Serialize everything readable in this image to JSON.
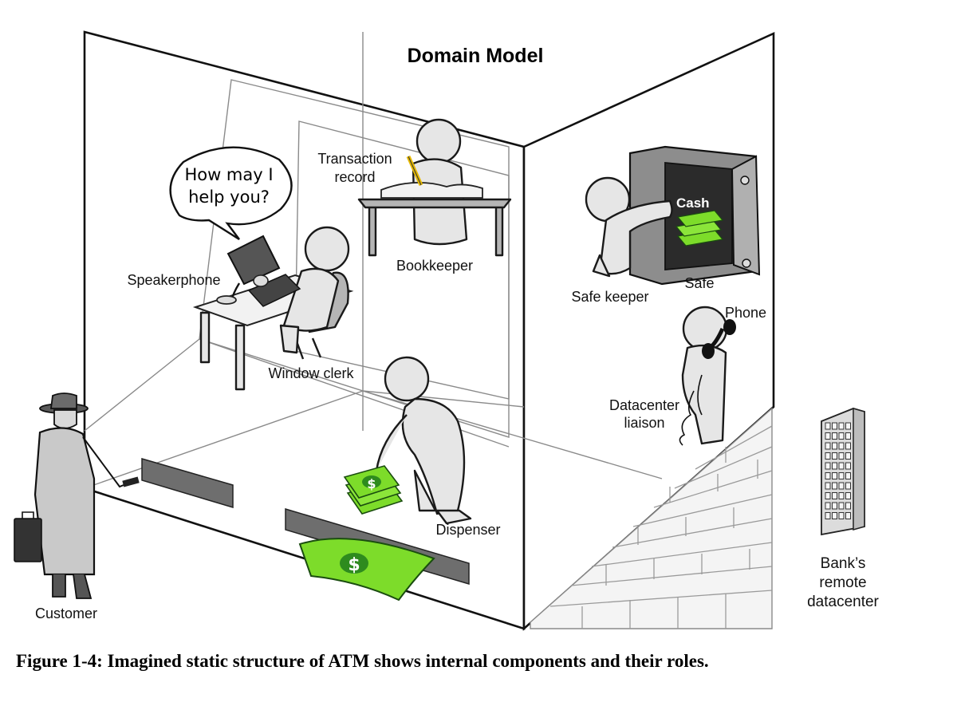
{
  "diagram": {
    "title": "Domain Model",
    "caption": "Figure 1-4: Imagined static structure of ATM shows internal components and their roles.",
    "speech_bubble": [
      "How may I",
      "help you?"
    ],
    "labels": {
      "transaction_record": [
        "Transaction",
        "record"
      ],
      "speakerphone": "Speakerphone",
      "bookkeeper": "Bookkeeper",
      "window_clerk": "Window clerk",
      "cash": "Cash",
      "safe": "Safe",
      "safe_keeper": "Safe keeper",
      "phone": "Phone",
      "datacenter_liaison": [
        "Datacenter",
        "liaison"
      ],
      "dispenser": "Dispenser",
      "customer": "Customer",
      "bank_datacenter": [
        "Bank’s",
        "remote",
        "datacenter"
      ],
      "dollar": "$"
    },
    "colors": {
      "money_green": "#7ddc2a",
      "money_dark": "#2e8b1e",
      "figure_fill": "#e6e6e6",
      "outline": "#1a1a1a"
    }
  }
}
